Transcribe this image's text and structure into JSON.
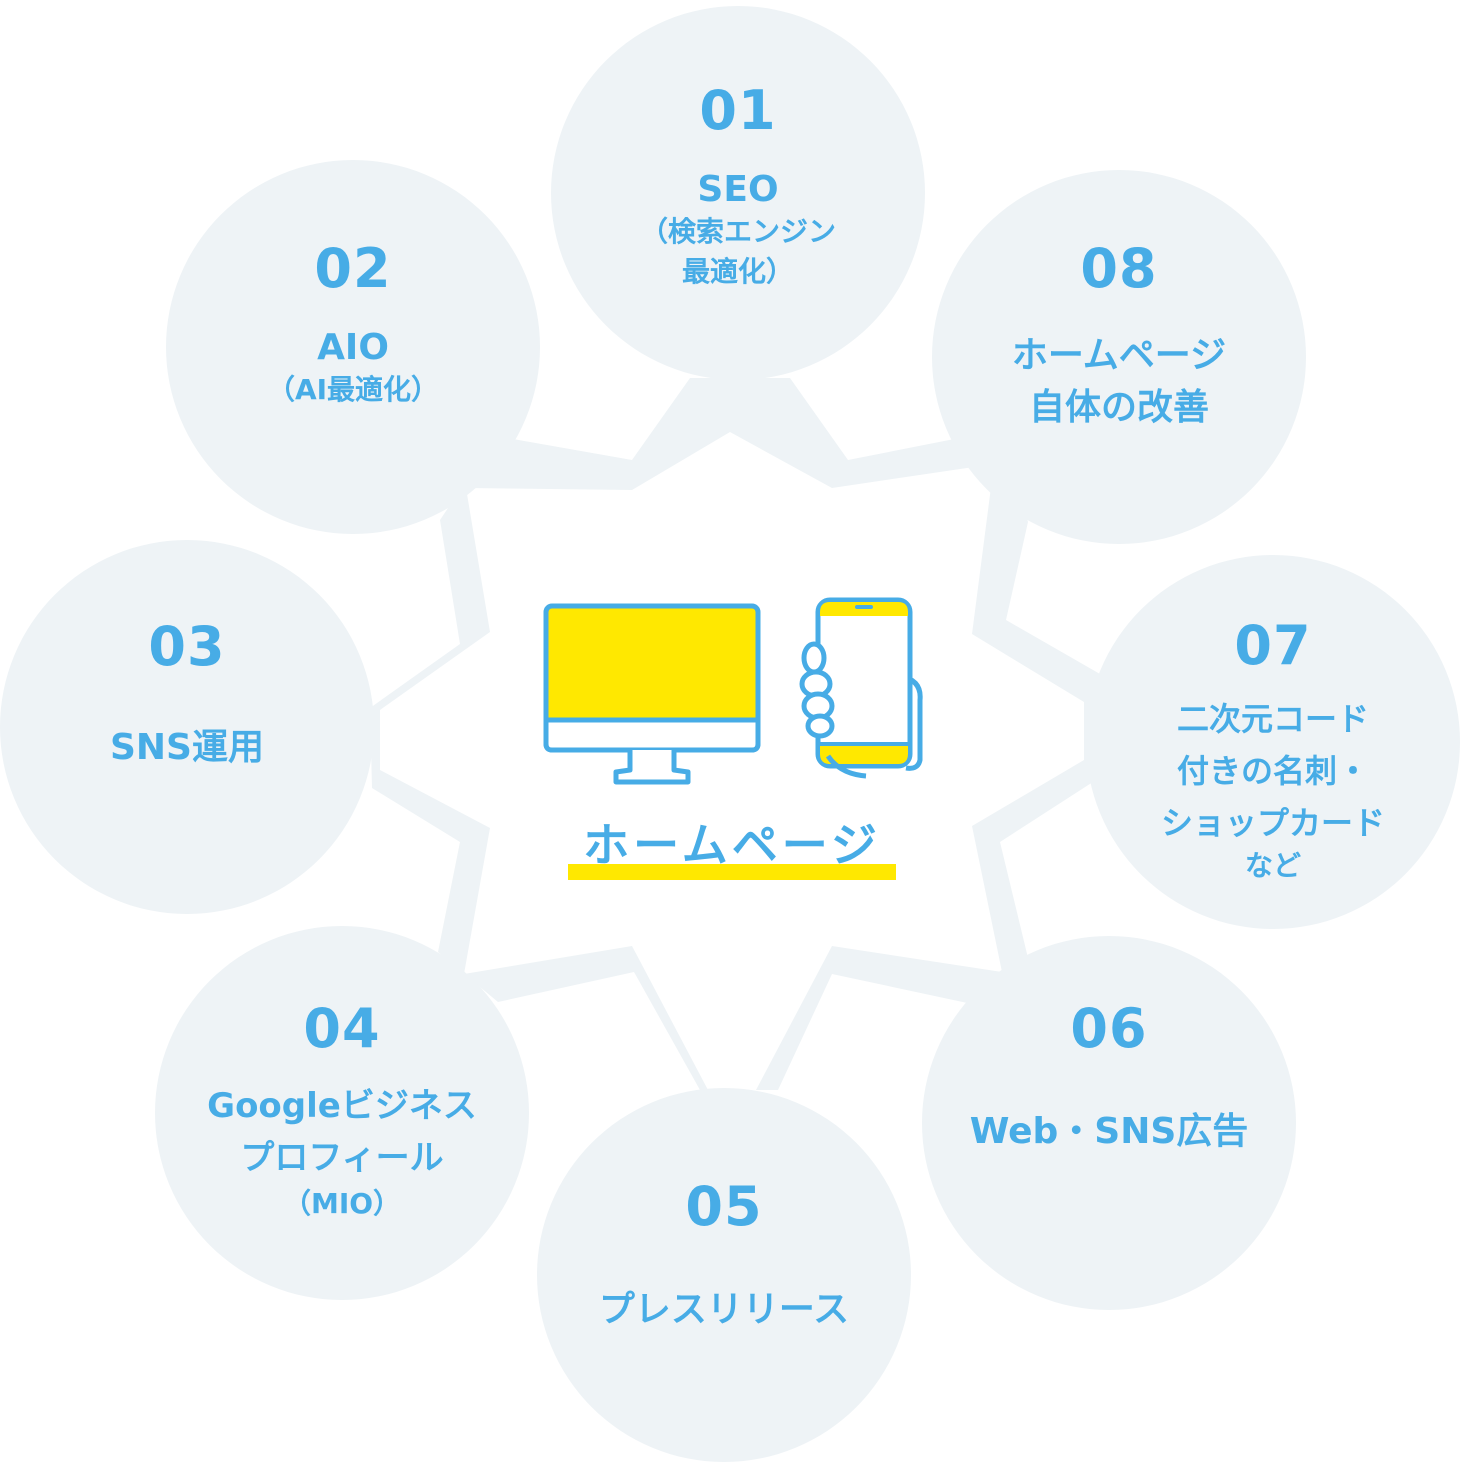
{
  "center": {
    "title": "ホームページ"
  },
  "colors": {
    "accent": "#47ace6",
    "circle": "#eef3f6",
    "highlight": "#ffe800"
  },
  "nodes": [
    {
      "num": "01",
      "lines": [
        "SEO",
        "（検索エンジン",
        "最適化）"
      ]
    },
    {
      "num": "02",
      "lines": [
        "AIO",
        "（AI最適化）"
      ]
    },
    {
      "num": "03",
      "lines": [
        "SNS運用"
      ]
    },
    {
      "num": "04",
      "lines": [
        "Googleビジネス",
        "プロフィール",
        "（MIO）"
      ]
    },
    {
      "num": "05",
      "lines": [
        "プレスリリース"
      ]
    },
    {
      "num": "06",
      "lines": [
        "Web・SNS広告"
      ]
    },
    {
      "num": "07",
      "lines": [
        "二次元コード",
        "付きの名刺・",
        "ショップカード",
        "など"
      ]
    },
    {
      "num": "08",
      "lines": [
        "ホームページ",
        "自体の改善"
      ]
    }
  ]
}
